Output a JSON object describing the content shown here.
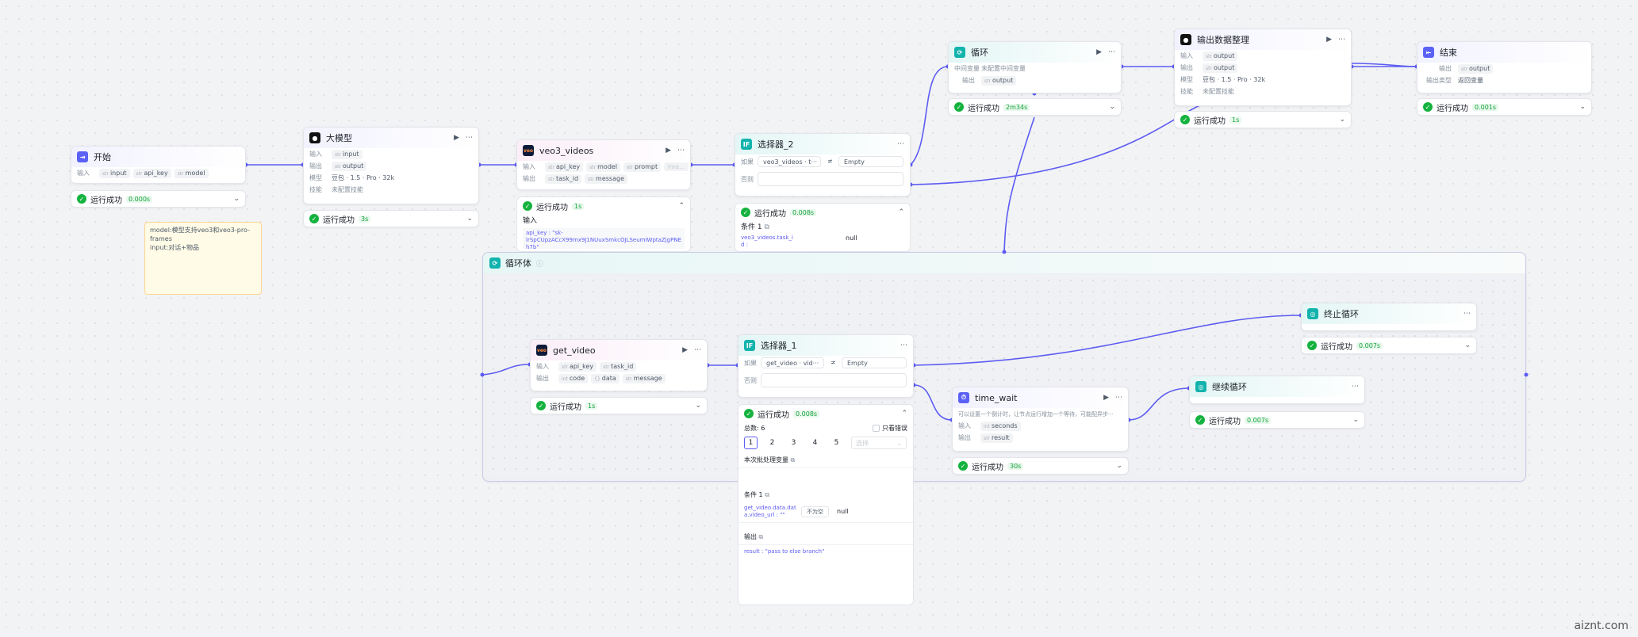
{
  "labels": {
    "input": "输入",
    "output": "输出",
    "model": "模型",
    "skills": "技能",
    "condition": "如果",
    "else": "否则",
    "mid_var": "中间变量",
    "output_type": "输出类型",
    "output_var": "输出"
  },
  "status": {
    "ok": "运行成功"
  },
  "node_start": {
    "title": "开始",
    "inputs": [
      "input",
      "api_key",
      "model"
    ],
    "duration": "0.000s"
  },
  "note": {
    "text": "model:模型支持veo3和veo3-pro-frames\ninput:对话+物品"
  },
  "node_llm": {
    "title": "大模型",
    "input": "input",
    "output": "output",
    "model": "豆包 · 1.5 · Pro · 32k",
    "skills": "未配置技能",
    "duration": "3s"
  },
  "node_veo3": {
    "title": "veo3_videos",
    "inputs": [
      "api_key",
      "model",
      "prompt",
      "ima..."
    ],
    "outputs": [
      "task_id",
      "message"
    ],
    "duration": "1s",
    "input_title": "输入",
    "api_key_line": "api_key : \"sk-lrSpCUpzACcX99mx9J1NUuxSmkcOJLSeumIWptaZjgPNE h7b\""
  },
  "node_sel2": {
    "title": "选择器_2",
    "cond_var": "veo3_videos · t···",
    "cond_op": "≠",
    "cond_val": "Empty",
    "duration": "0.008s",
    "cond_title": "条件 1",
    "cond_left": "veo3_videos.task_i d :",
    "cond_right": "null"
  },
  "node_loop": {
    "title": "循环",
    "mid_var_value": "未配置中间变量",
    "output": "output",
    "duration": "2m34s"
  },
  "node_fmt": {
    "title": "输出数据整理",
    "input": "output",
    "output": "output",
    "model": "豆包 · 1.5 · Pro · 32k",
    "skills": "未配置技能",
    "duration": "1s"
  },
  "node_end": {
    "title": "结束",
    "output": "output",
    "output_type": "返回变量",
    "duration": "0.001s"
  },
  "loop_body": {
    "title": "循环体"
  },
  "node_getvideo": {
    "title": "get_video",
    "inputs": [
      "api_key",
      "task_id"
    ],
    "outputs": [
      "code",
      "data",
      "message"
    ],
    "duration": "1s"
  },
  "node_sel1": {
    "title": "选择器_1",
    "cond_var": "get_video · vid···",
    "cond_op": "≠",
    "cond_val": "Empty",
    "duration": "0.008s",
    "total": "总数: 6",
    "only_err": "只看错误",
    "pages": [
      "1",
      "2",
      "3",
      "4",
      "5"
    ],
    "page_select": "选择",
    "batch_title": "本次批处理变量",
    "cond_title": "条件 1",
    "cond_left": "get_video.data.dat a.video_url : \"\"",
    "cond_op_label": "不为空",
    "cond_right": "null",
    "output_title": "输出",
    "result_line": "result : \"pass to else branch\""
  },
  "node_stop": {
    "title": "终止循环",
    "duration": "0.007s"
  },
  "node_wait": {
    "title": "time_wait",
    "desc": "可以设置一个倒计时，让节点运行增加一个等待，可能配异步···",
    "input": "seconds",
    "output": "result",
    "duration": "30s"
  },
  "node_cont": {
    "title": "继续循环",
    "duration": "0.007s"
  },
  "watermark": "aiznt.com"
}
